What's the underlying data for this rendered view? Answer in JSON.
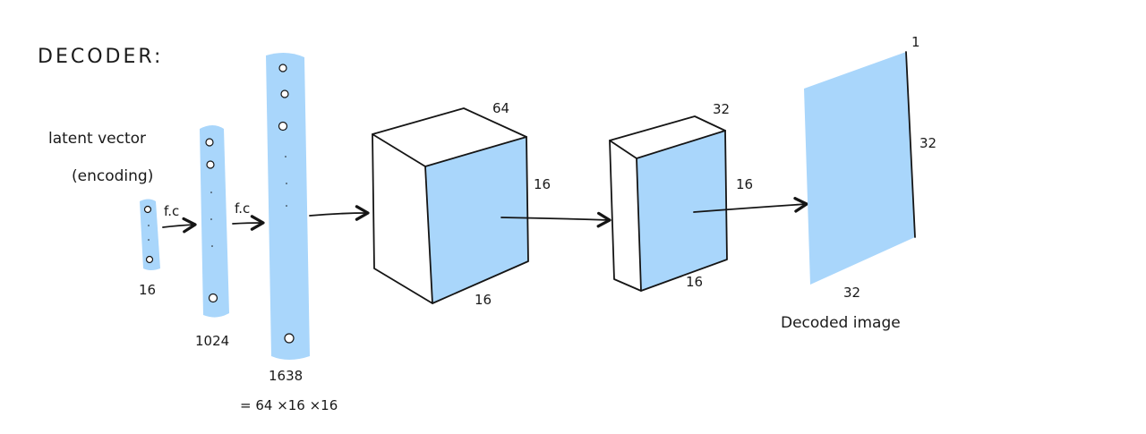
{
  "title": "DECODER:",
  "latent": {
    "line1": "latent vector",
    "line2": "(encoding)"
  },
  "layers": {
    "input_size": "16",
    "fc1_label": "f.c",
    "dense1_size": "1024",
    "fc2_label": "f.c",
    "dense2_size": "1638",
    "dense2_note": "= 64 ×16 ×16"
  },
  "volume1": {
    "depth": "64",
    "height": "16",
    "width": "16"
  },
  "volume2": {
    "depth": "32",
    "height": "16",
    "width": "16"
  },
  "output": {
    "depth": "1",
    "height": "32",
    "width": "32",
    "caption": "Decoded image"
  },
  "colors": {
    "fill": "#a9d6fb",
    "ink": "#151515"
  }
}
